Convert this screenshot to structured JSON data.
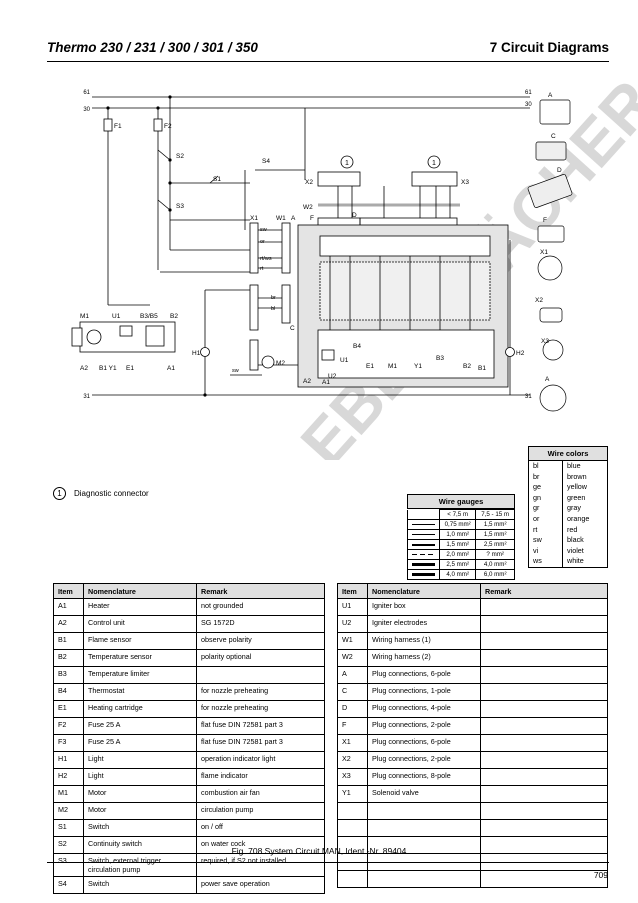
{
  "header": {
    "title": "Thermo 230 / 231 / 300 / 301 / 350",
    "section": "7  Circuit Diagrams"
  },
  "watermark": "EBERSPÄCHER TECHNIK",
  "diagram": {
    "rails": {
      "top_left": "61",
      "top_right": "61",
      "mid_left": "30",
      "mid_right": "30",
      "bottom_left": "31",
      "bottom_right": "31"
    },
    "labels": {
      "F1": "F1",
      "F2": "F2",
      "S2": "S2",
      "S4": "S4",
      "S1": "S1",
      "S3": "S3",
      "X1": "X1",
      "W1": "W1",
      "A": "A",
      "F": "F",
      "X2": "X2",
      "W2": "W2",
      "D": "D",
      "X3": "X3",
      "sw": "sw",
      "or": "or",
      "rt_ws": "rt/ws",
      "rt": "rt",
      "br": "br",
      "bl": "bl",
      "C": "C",
      "M1": "M1",
      "U1": "U1",
      "B3B5": "B3/B5",
      "B2": "B2",
      "A2": "A2",
      "B1Y1": "B1 Y1",
      "E1": "E1",
      "A1": "A1",
      "H1": "H1",
      "M2": "M2",
      "sw2": "sw",
      "H2": "H2",
      "B4": "B4",
      "U1b": "U1",
      "U2": "U2",
      "A2b": "A2",
      "A1b": "A1",
      "E1b": "E1",
      "M1b": "M1",
      "Y1b": "Y1",
      "B3b": "B3",
      "B2b": "B2",
      "B1b": "B1"
    },
    "connector_labels": [
      "A",
      "C",
      "D",
      "F",
      "X1",
      "X2",
      "X3",
      "A"
    ],
    "diag_marker": "1"
  },
  "diagnostic_note": {
    "marker": "1",
    "text": "Diagnostic connector"
  },
  "wire_colors": {
    "title": "Wire colors",
    "rows": [
      [
        "bl",
        "blue"
      ],
      [
        "br",
        "brown"
      ],
      [
        "ge",
        "yellow"
      ],
      [
        "gn",
        "green"
      ],
      [
        "gr",
        "gray"
      ],
      [
        "or",
        "orange"
      ],
      [
        "rt",
        "red"
      ],
      [
        "sw",
        "black"
      ],
      [
        "vi",
        "violet"
      ],
      [
        "ws",
        "white"
      ]
    ]
  },
  "wire_gauges": {
    "title": "Wire gauges",
    "head": [
      "< 7,5 m",
      "7,5 - 15 m"
    ],
    "rows": [
      [
        "0,75 mm²",
        "1,5 mm²"
      ],
      [
        "1,0 mm²",
        "1,5 mm²"
      ],
      [
        "1,5 mm²",
        "2,5 mm²"
      ],
      [
        "2,0 mm²",
        "? mm²"
      ],
      [
        "2,5 mm²",
        "4,0 mm²"
      ],
      [
        "4,0 mm²",
        "6,0 mm²"
      ]
    ]
  },
  "items_left": {
    "headers": [
      "Item",
      "Nomenclature",
      "Remark"
    ],
    "rows": [
      [
        "A1",
        "Heater",
        "not grounded"
      ],
      [
        "A2",
        "Control unit",
        "SG 1572D"
      ],
      [
        "B1",
        "Flame sensor",
        "observe polarity"
      ],
      [
        "B2",
        "Temperature sensor",
        "polarity optional"
      ],
      [
        "B3",
        "Temperature limiter",
        ""
      ],
      [
        "B4",
        "Thermostat",
        "for nozzle preheating"
      ],
      [
        "E1",
        "Heating cartridge",
        "for nozzle preheating"
      ],
      [
        "F2",
        "Fuse 25 A",
        "flat fuse DIN 72581 part 3"
      ],
      [
        "F3",
        "Fuse 25 A",
        "flat fuse DIN 72581 part 3"
      ],
      [
        "H1",
        "Light",
        "operation indicator light"
      ],
      [
        "H2",
        "Light",
        "flame indicator"
      ],
      [
        "M1",
        "Motor",
        "combustion air fan"
      ],
      [
        "M2",
        "Motor",
        "circulation pump"
      ],
      [
        "S1",
        "Switch",
        "on / off"
      ],
      [
        "S2",
        "Continuity switch",
        "on water cock"
      ],
      [
        "S3",
        "Switch, external trigger circulation pump",
        "required, if S2 not installed"
      ],
      [
        "S4",
        "Switch",
        "power save operation"
      ]
    ]
  },
  "items_right": {
    "headers": [
      "Item",
      "Nomenclature",
      "Remark"
    ],
    "rows": [
      [
        "U1",
        "Igniter box",
        ""
      ],
      [
        "U2",
        "Igniter electrodes",
        ""
      ],
      [
        "W1",
        "Wiring harness (1)",
        ""
      ],
      [
        "W2",
        "Wiring harness (2)",
        ""
      ],
      [
        "A",
        "Plug connections, 6-pole",
        ""
      ],
      [
        "C",
        "Plug connections, 1-pole",
        ""
      ],
      [
        "D",
        "Plug connections, 4-pole",
        ""
      ],
      [
        "F",
        "Plug connections, 2-pole",
        ""
      ],
      [
        "X1",
        "Plug connections, 6-pole",
        ""
      ],
      [
        "X2",
        "Plug connections, 2-pole",
        ""
      ],
      [
        "X3",
        "Plug connections, 8-pole",
        ""
      ],
      [
        "Y1",
        "Solenoid valve",
        ""
      ],
      [
        "",
        "",
        ""
      ],
      [
        "",
        "",
        ""
      ],
      [
        "",
        "",
        ""
      ],
      [
        "",
        "",
        ""
      ],
      [
        "",
        "",
        ""
      ]
    ]
  },
  "caption": "Fig. 708  System Circuit MAN, Ident.-Nr. 89404",
  "page_number": "709"
}
